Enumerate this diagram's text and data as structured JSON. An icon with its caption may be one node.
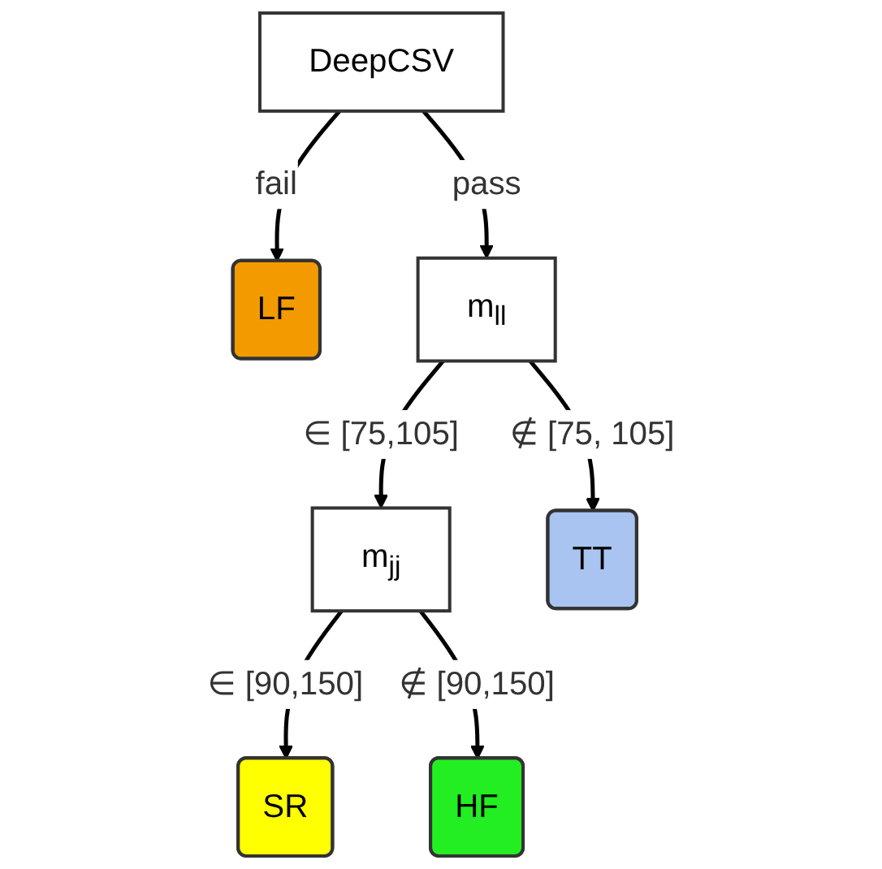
{
  "diagram": {
    "nodes": [
      {
        "text": [
          "DeepCSV"
        ]
      },
      {
        "text": [
          "LF"
        ]
      },
      {
        "text": [
          "m$_{ll}$"
        ]
      },
      {
        "text": [
          "m$_{jj}$"
        ]
      },
      {
        "text": [
          "TT"
        ]
      },
      {
        "text": [
          "SR"
        ]
      },
      {
        "text": [
          "HF"
        ]
      }
    ],
    "edges": [
      {
        "from": 0,
        "to": 1,
        "arrow": "to",
        "label": "fail"
      },
      {
        "from": 0,
        "to": 2,
        "arrow": "to",
        "label": "pass"
      },
      {
        "from": 2,
        "to": 3,
        "arrow": "to",
        "label": "∈ [75,105]"
      },
      {
        "from": 2,
        "to": 4,
        "arrow": "to",
        "label": "∉ [75, 105]"
      },
      {
        "from": 3,
        "to": 5,
        "arrow": "to",
        "label": "∈ [90,150]"
      },
      {
        "from": 3,
        "to": 6,
        "arrow": "to",
        "label": "∉ [90,150]"
      }
    ]
  }
}
